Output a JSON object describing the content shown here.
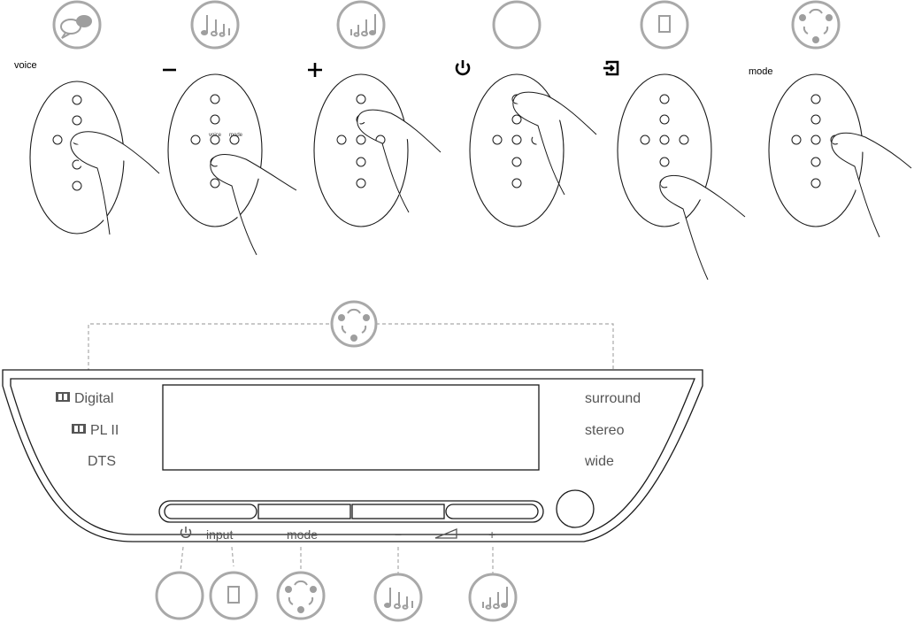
{
  "remote_steps": [
    {
      "label": "voice",
      "symbol": "",
      "badge_icon": "speech-bubbles-icon"
    },
    {
      "label": "",
      "symbol": "minus",
      "badge_icon": "volume-down-notes-icon"
    },
    {
      "label": "",
      "symbol": "plus",
      "badge_icon": "volume-up-notes-icon"
    },
    {
      "label": "",
      "symbol": "power",
      "badge_icon": "blank-circle-icon"
    },
    {
      "label": "",
      "symbol": "input",
      "badge_icon": "input-rectangle-icon"
    },
    {
      "label": "mode",
      "symbol": "",
      "badge_icon": "surround-mode-icon"
    }
  ],
  "remote_buttons": {
    "voice": "voice",
    "mode": "mode",
    "plus": "+",
    "minus": "−"
  },
  "panel": {
    "left_labels": [
      "Digital",
      "PL II",
      "DTS"
    ],
    "right_labels": [
      "surround",
      "stereo",
      "wide"
    ],
    "button_labels": {
      "power": "",
      "input": "input",
      "mode": "mode",
      "minus": "−",
      "plus": "+"
    }
  },
  "colors": {
    "badge_stroke": "#a9a9a9",
    "glyph": "#9e9e9e",
    "line": "#1a1a1a",
    "panel_text": "#555555"
  }
}
